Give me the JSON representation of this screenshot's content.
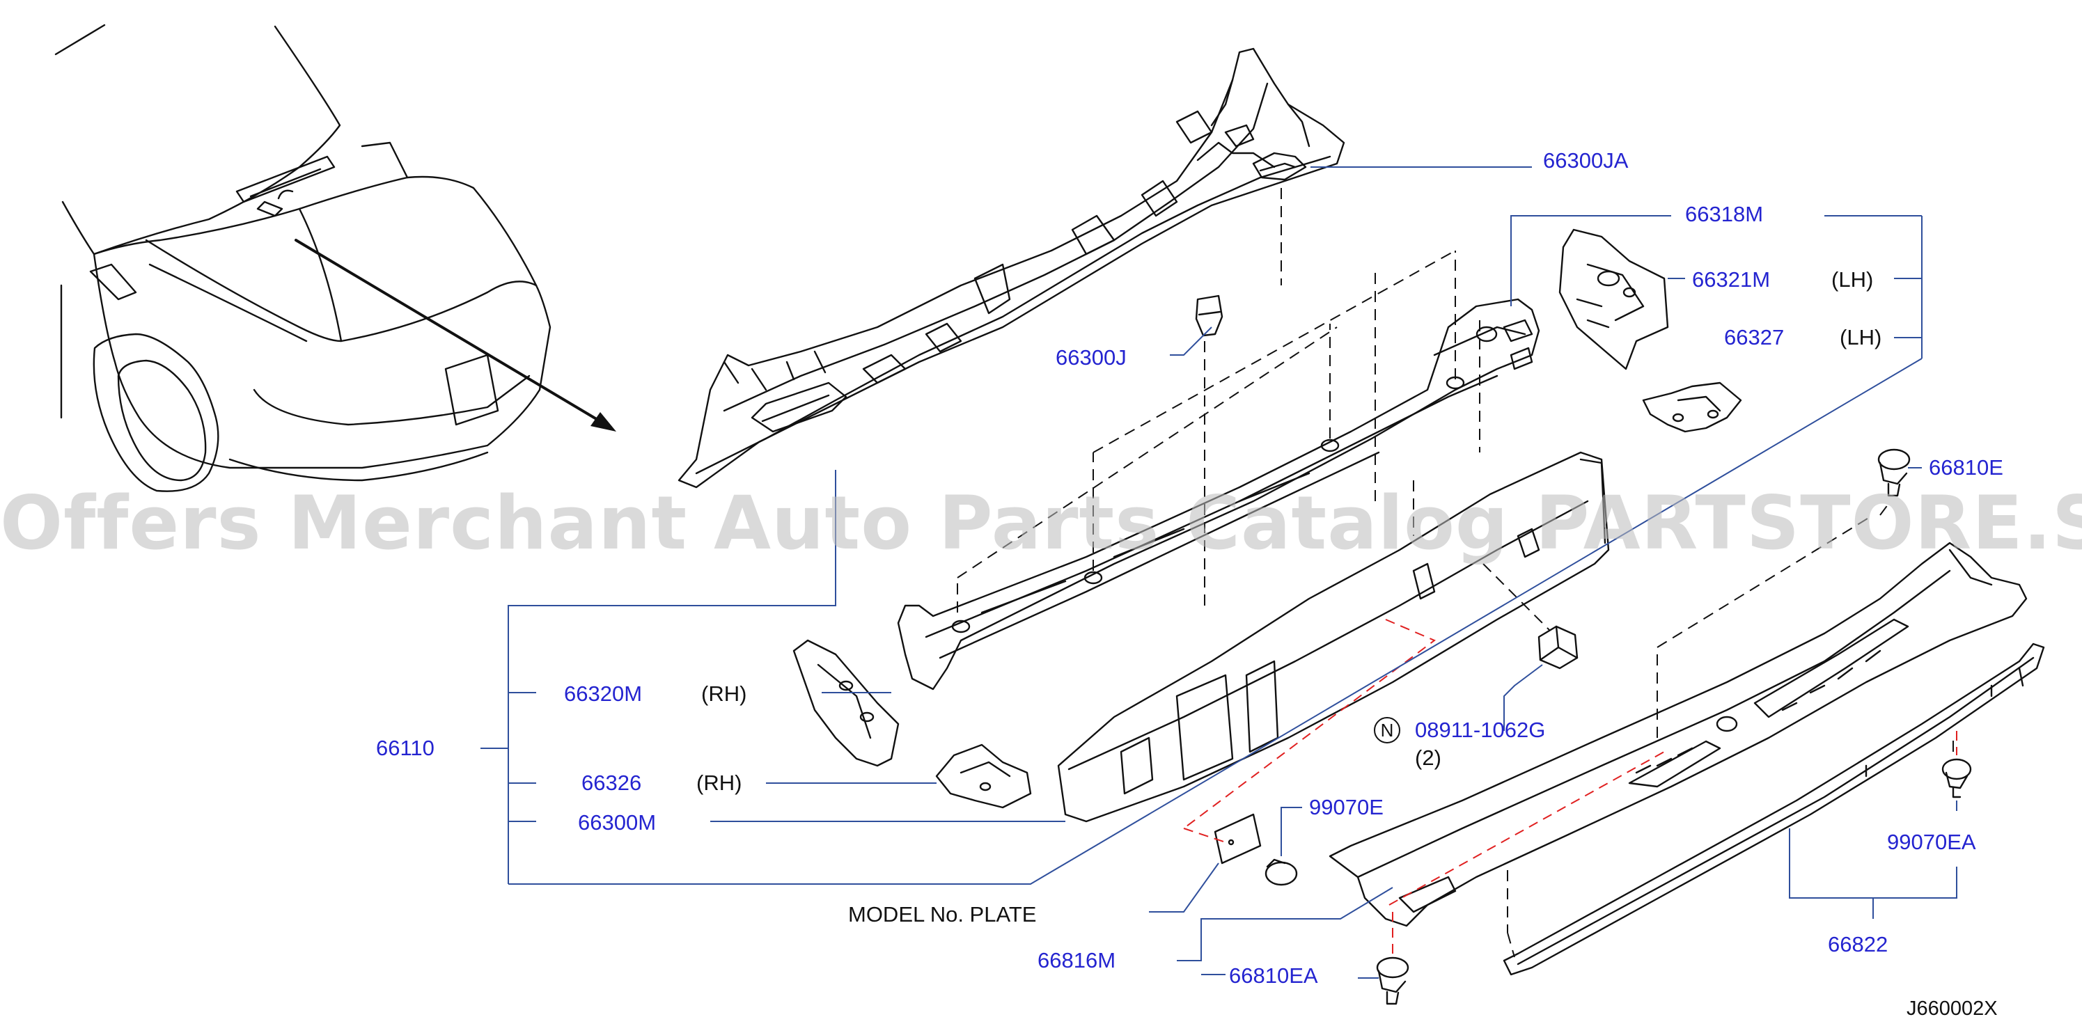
{
  "colors": {
    "label": "#2424d0",
    "line": "#111111",
    "leader": "#2f4f9c",
    "dashed_red": "#e02020",
    "watermark": "#bdbdbd"
  },
  "watermark": "Offers Merchant Auto Parts Catalog PARTSTORE.SA",
  "diagram_code": "J660002X",
  "parts": {
    "p66300JA": "66300JA",
    "p66318M": "66318M",
    "p66321M": "66321M",
    "p66321M_side": "(LH)",
    "p66327": "66327",
    "p66327_side": "(LH)",
    "p66300J": "66300J",
    "p66810E": "66810E",
    "p66110": "66110",
    "p66320M": "66320M",
    "p66320M_side": "(RH)",
    "p66326": "66326",
    "p66326_side": "(RH)",
    "p66300M": "66300M",
    "p08911": "08911-1062G",
    "p08911_qty": "(2)",
    "p08911_marker": "N",
    "p99070E": "99070E",
    "p99070EA": "99070EA",
    "model_plate": "MODEL  No.  PLATE",
    "p66822": "66822",
    "p66816M": "66816M",
    "p66810EA": "66810EA"
  }
}
